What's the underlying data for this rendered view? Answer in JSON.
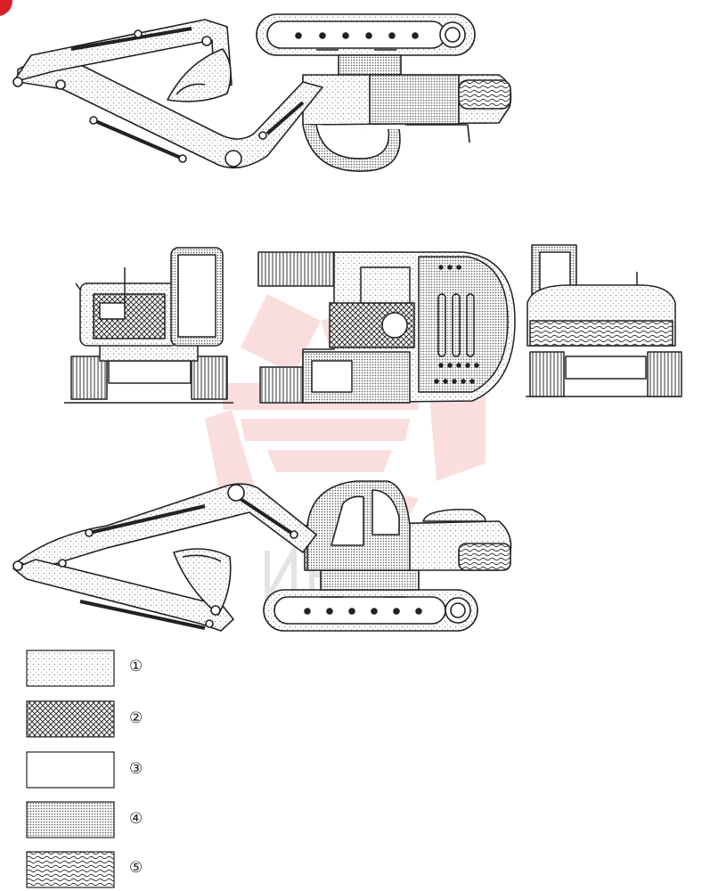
{
  "legend": {
    "items": [
      {
        "number": "①",
        "pattern": "light-stipple"
      },
      {
        "number": "②",
        "pattern": "crosshatch"
      },
      {
        "number": "③",
        "pattern": "blank"
      },
      {
        "number": "④",
        "pattern": "fine-dot"
      },
      {
        "number": "⑤",
        "pattern": "wave"
      }
    ]
  },
  "colors": {
    "line": "#222222",
    "stipple": "#999999",
    "watermark": "#f08a8a",
    "corner_mark": "#d61f26"
  },
  "icons": [
    "excavator-side-view-transport",
    "excavator-front-view",
    "excavator-top-view",
    "excavator-rear-view",
    "excavator-side-view-working",
    "watermark-gear-logo"
  ]
}
